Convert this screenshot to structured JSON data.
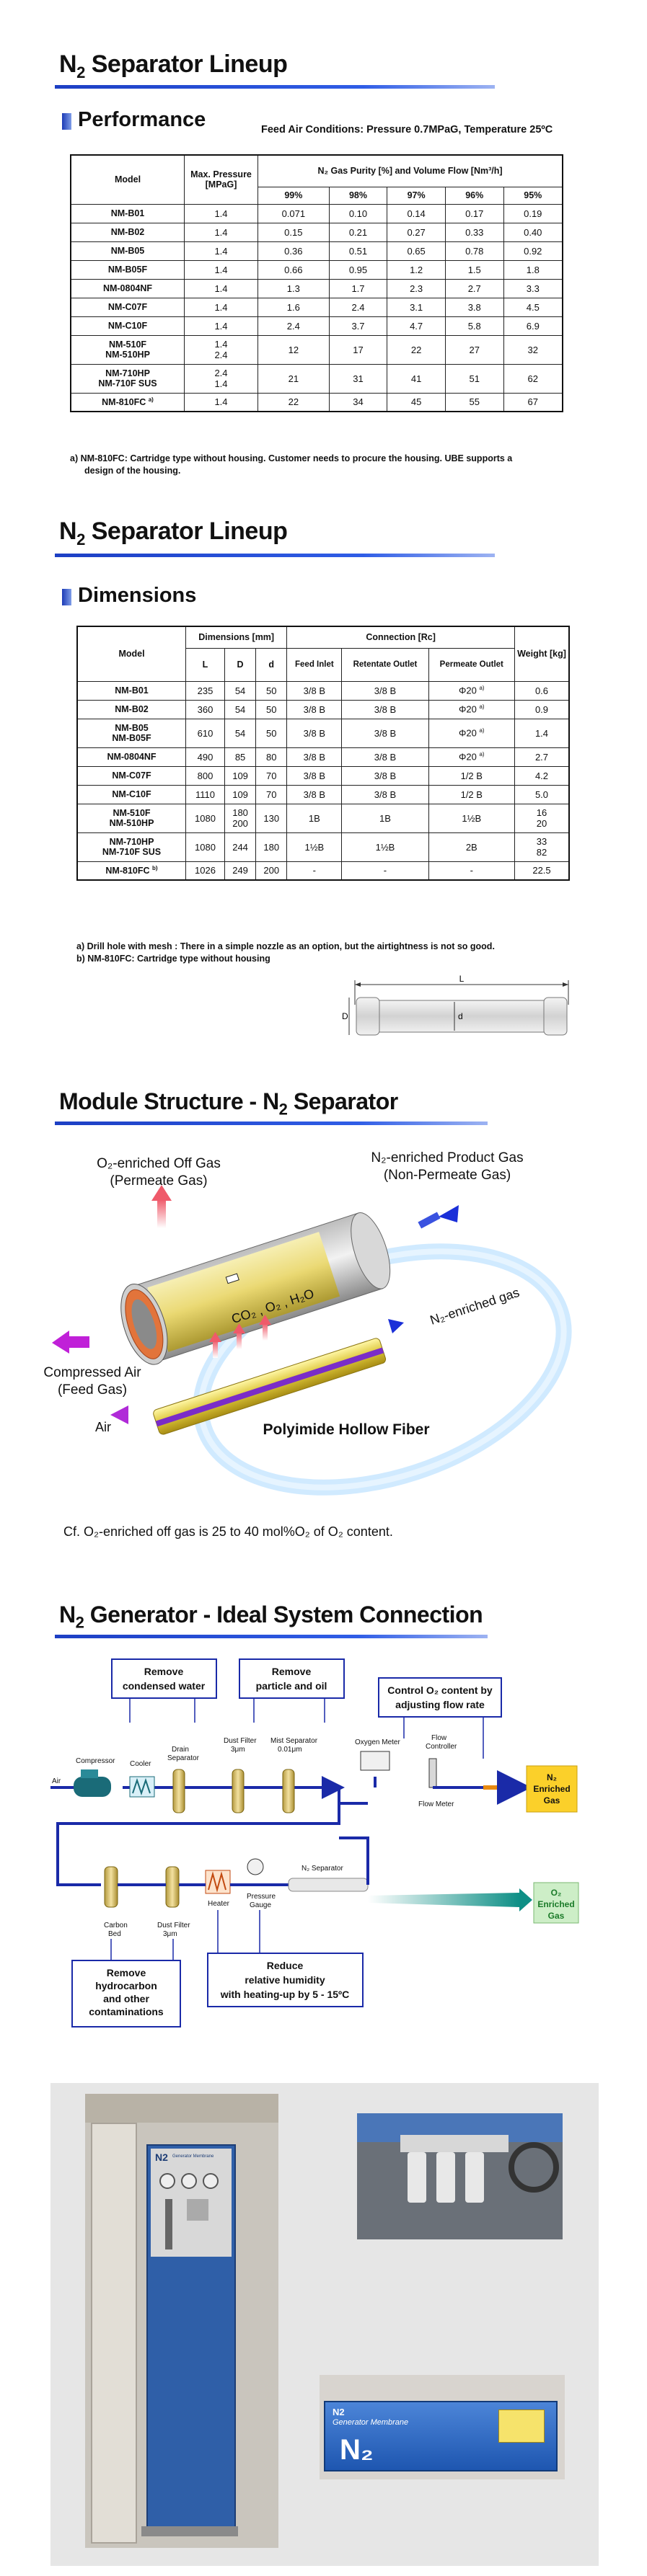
{
  "section1": {
    "title": "N",
    "title_sub": "2",
    "title_rest": " Separator Lineup",
    "subtitle": "Performance",
    "feed_conditions": "Feed Air Conditions: Pressure 0.7MPaG, Temperature 25ºC",
    "header_model": "Model",
    "header_pressure": "Max. Pressure [MPaG]",
    "header_purity": "N₂ Gas Purity [%] and Volume Flow [Nm³/h]",
    "purity_cols": [
      "99%",
      "98%",
      "97%",
      "96%",
      "95%"
    ],
    "rows": [
      {
        "model": "NM-B01",
        "pressure": "1.4",
        "v": [
          "0.071",
          "0.10",
          "0.14",
          "0.17",
          "0.19"
        ]
      },
      {
        "model": "NM-B02",
        "pressure": "1.4",
        "v": [
          "0.15",
          "0.21",
          "0.27",
          "0.33",
          "0.40"
        ]
      },
      {
        "model": "NM-B05",
        "pressure": "1.4",
        "v": [
          "0.36",
          "0.51",
          "0.65",
          "0.78",
          "0.92"
        ]
      },
      {
        "model": "NM-B05F",
        "pressure": "1.4",
        "v": [
          "0.66",
          "0.95",
          "1.2",
          "1.5",
          "1.8"
        ]
      },
      {
        "model": "NM-0804NF",
        "pressure": "1.4",
        "v": [
          "1.3",
          "1.7",
          "2.3",
          "2.7",
          "3.3"
        ]
      },
      {
        "model": "NM-C07F",
        "pressure": "1.4",
        "v": [
          "1.6",
          "2.4",
          "3.1",
          "3.8",
          "4.5"
        ]
      },
      {
        "model": "NM-C10F",
        "pressure": "1.4",
        "v": [
          "2.4",
          "3.7",
          "4.7",
          "5.8",
          "6.9"
        ]
      },
      {
        "model": "NM-510F\nNM-510HP",
        "pressure": "1.4\n2.4",
        "v": [
          "12",
          "17",
          "22",
          "27",
          "32"
        ]
      },
      {
        "model": "NM-710HP\nNM-710F SUS",
        "pressure": "2.4\n1.4",
        "v": [
          "21",
          "31",
          "41",
          "51",
          "62"
        ]
      },
      {
        "model": "NM-810FC",
        "sup": "a)",
        "pressure": "1.4",
        "v": [
          "22",
          "34",
          "45",
          "55",
          "67"
        ]
      }
    ],
    "note_a": "a)  NM-810FC: Cartridge type without housing.  Customer needs to procure the housing.  UBE supports a",
    "note_a2": "design of the housing."
  },
  "section2": {
    "title": "N",
    "title_sub": "2",
    "title_rest": " Separator Lineup",
    "subtitle": "Dimensions",
    "header_model": "Model",
    "header_dims": "Dimensions [mm]",
    "header_conn": "Connection [Rc]",
    "header_weight": "Weight [kg]",
    "dim_cols": [
      "L",
      "D",
      "d"
    ],
    "conn_cols": [
      "Feed Inlet",
      "Retentate Outlet",
      "Permeate Outlet"
    ],
    "rows": [
      {
        "model": "NM-B01",
        "L": "235",
        "D": "54",
        "d": "50",
        "feed": "3/8 B",
        "ret": "3/8 B",
        "perm": "Φ20",
        "perm_sup": "a)",
        "w": "0.6"
      },
      {
        "model": "NM-B02",
        "L": "360",
        "D": "54",
        "d": "50",
        "feed": "3/8 B",
        "ret": "3/8 B",
        "perm": "Φ20",
        "perm_sup": "a)",
        "w": "0.9"
      },
      {
        "model": "NM-B05\nNM-B05F",
        "L": "610",
        "D": "54",
        "d": "50",
        "feed": "3/8 B",
        "ret": "3/8 B",
        "perm": "Φ20",
        "perm_sup": "a)",
        "w": "1.4"
      },
      {
        "model": "NM-0804NF",
        "L": "490",
        "D": "85",
        "d": "80",
        "feed": "3/8 B",
        "ret": "3/8 B",
        "perm": "Φ20",
        "perm_sup": "a)",
        "w": "2.7"
      },
      {
        "model": "NM-C07F",
        "L": "800",
        "D": "109",
        "d": "70",
        "feed": "3/8 B",
        "ret": "3/8 B",
        "perm": "1/2 B",
        "perm_sup": "",
        "w": "4.2"
      },
      {
        "model": "NM-C10F",
        "L": "1110",
        "D": "109",
        "d": "70",
        "feed": "3/8 B",
        "ret": "3/8 B",
        "perm": "1/2 B",
        "perm_sup": "",
        "w": "5.0"
      },
      {
        "model": "NM-510F\nNM-510HP",
        "L": "1080",
        "D": "180\n200",
        "d": "130",
        "feed": "1B",
        "ret": "1B",
        "perm": "1½B",
        "perm_sup": "",
        "w": "16\n20"
      },
      {
        "model": "NM-710HP\nNM-710F SUS",
        "L": "1080",
        "D": "244",
        "d": "180",
        "feed": "1½B",
        "ret": "1½B",
        "perm": "2B",
        "perm_sup": "",
        "w": "33\n82"
      },
      {
        "model": "NM-810FC",
        "model_sup": "b)",
        "L": "1026",
        "D": "249",
        "d": "200",
        "feed": "-",
        "ret": "-",
        "perm": "-",
        "perm_sup": "",
        "w": "22.5"
      }
    ],
    "note_a": "a) Drill hole with mesh : There in a simple nozzle as an option, but the airtightness is not so good.",
    "note_b": "b) NM-810FC: Cartridge type without housing",
    "drawing_L": "L",
    "drawing_D": "D",
    "drawing_d": "d"
  },
  "section3": {
    "title": "Module Structure - N",
    "title_sub": "2",
    "title_rest": " Separator",
    "label_offgas": "O₂-enriched Off Gas",
    "label_offgas2": "(Permeate Gas)",
    "label_product": "N₂-enriched Product Gas",
    "label_product2": "(Non-Permeate Gas)",
    "label_feed": "Compressed Air",
    "label_feed2": "(Feed Gas)",
    "label_gases": "CO₂ , O₂ , H₂O",
    "label_n2gas": "N₂-enriched gas",
    "label_air": "Air",
    "label_fiber": "Polyimide Hollow Fiber",
    "footnote": "Cf. O₂-enriched off gas is 25 to 40 mol%O₂ of O₂ content."
  },
  "section4": {
    "title": "N",
    "title_sub": "2",
    "title_rest": " Generator - Ideal System Connection",
    "callout_water": [
      "Remove",
      "condensed water"
    ],
    "callout_particle": [
      "Remove",
      "particle and oil"
    ],
    "callout_control": [
      "Control O₂ content by",
      "adjusting flow rate"
    ],
    "callout_hydro": [
      "Remove",
      "hydrocarbon",
      "and other",
      "contaminations"
    ],
    "callout_reduce": [
      "Reduce",
      "relative humidity",
      "with heating-up by 5 - 15ºC"
    ],
    "lbl_air": "Air",
    "lbl_compressor": "Compressor",
    "lbl_cooler": "Cooler",
    "lbl_drain": [
      "Drain",
      "Separator"
    ],
    "lbl_dust1": [
      "Dust Filter",
      "3μm"
    ],
    "lbl_mist": [
      "Mist Separator",
      "0.01μm"
    ],
    "lbl_oxygen": "Oxygen Meter",
    "lbl_flowctrl": [
      "Flow",
      "Controller"
    ],
    "lbl_flowmeter": "Flow Meter",
    "lbl_n2out": [
      "N₂",
      "Enriched",
      "Gas"
    ],
    "lbl_carbon": [
      "Carbon",
      "Bed"
    ],
    "lbl_dust2": [
      "Dust Filter",
      "3μm"
    ],
    "lbl_heater": "Heater",
    "lbl_gauge": [
      "Pressure",
      "Gauge"
    ],
    "lbl_sep": "N₂ Separator",
    "lbl_o2out": [
      "O₂",
      "Enriched",
      "Gas"
    ]
  },
  "photos": {
    "cabinet_label": "N2",
    "cabinet_label2": "Generator Membrane",
    "module_label": "N2",
    "module_label2": "Generator Membrane",
    "module_big": "N₂"
  }
}
